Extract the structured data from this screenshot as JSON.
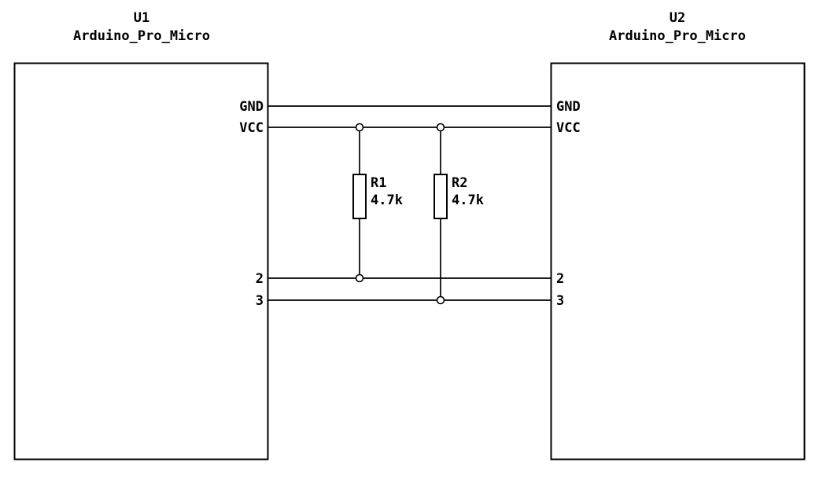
{
  "schematic": {
    "u1": {
      "ref": "U1",
      "value": "Arduino_Pro_Micro",
      "pin_gnd": "GND",
      "pin_vcc": "VCC",
      "pin_2": "2",
      "pin_3": "3"
    },
    "u2": {
      "ref": "U2",
      "value": "Arduino_Pro_Micro",
      "pin_gnd": "GND",
      "pin_vcc": "VCC",
      "pin_2": "2",
      "pin_3": "3"
    },
    "r1": {
      "ref": "R1",
      "value": "4.7k"
    },
    "r2": {
      "ref": "R2",
      "value": "4.7k"
    },
    "colors": {
      "stroke": "#000000",
      "background": "#ffffff"
    }
  }
}
